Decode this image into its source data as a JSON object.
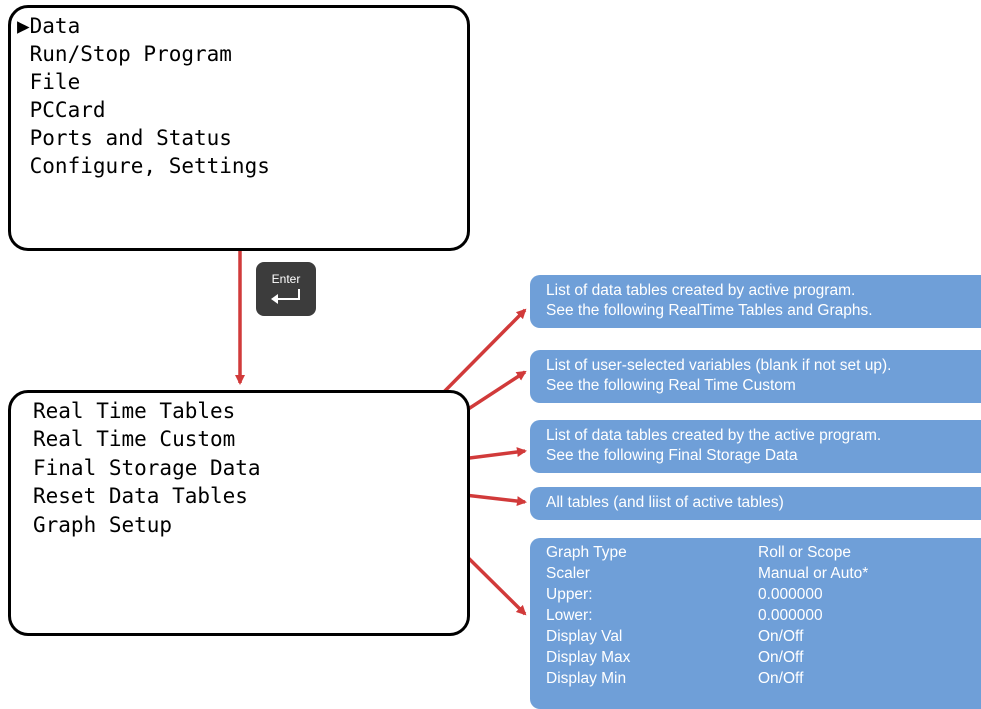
{
  "top_screen": {
    "lines": [
      "▶Data",
      " Run/Stop Program",
      " File",
      " PCCard",
      " Ports and Status",
      " Configure, Settings"
    ]
  },
  "enter_key": {
    "label": "Enter",
    "icon": "enter-return-arrow"
  },
  "bottom_screen": {
    "lines": [
      "Real Time Tables",
      "Real Time Custom",
      "Final Storage Data",
      "Reset Data Tables",
      "Graph Setup"
    ]
  },
  "descriptions": {
    "realtime_tables": {
      "line1": "List of data tables created by active program.",
      "line2": "See the following RealTime Tables and Graphs."
    },
    "realtime_custom": {
      "line1": "List of user-selected variables (blank if not set up).",
      "line2": "See the following Real Time Custom"
    },
    "final_storage": {
      "line1": "List of data tables created by the active program.",
      "line2": "See the following Final Storage Data"
    },
    "reset_tables": {
      "line1": "All tables (and liist of active tables)"
    },
    "graph_setup": {
      "rows": [
        {
          "key": "Graph Type",
          "value": "Roll or Scope"
        },
        {
          "key": "Scaler",
          "value": "Manual or Auto*"
        },
        {
          "key": "Upper:",
          "value": "0.000000"
        },
        {
          "key": "Lower:",
          "value": "0.000000"
        },
        {
          "key": "Display Val",
          "value": "On/Off"
        },
        {
          "key": "Display Max",
          "value": "On/Off"
        },
        {
          "key": "Display Min",
          "value": "On/Off"
        }
      ]
    }
  },
  "colors": {
    "arrow": "#d13a3a",
    "box": "#6f9fd8",
    "key": "#3c3c3c"
  }
}
